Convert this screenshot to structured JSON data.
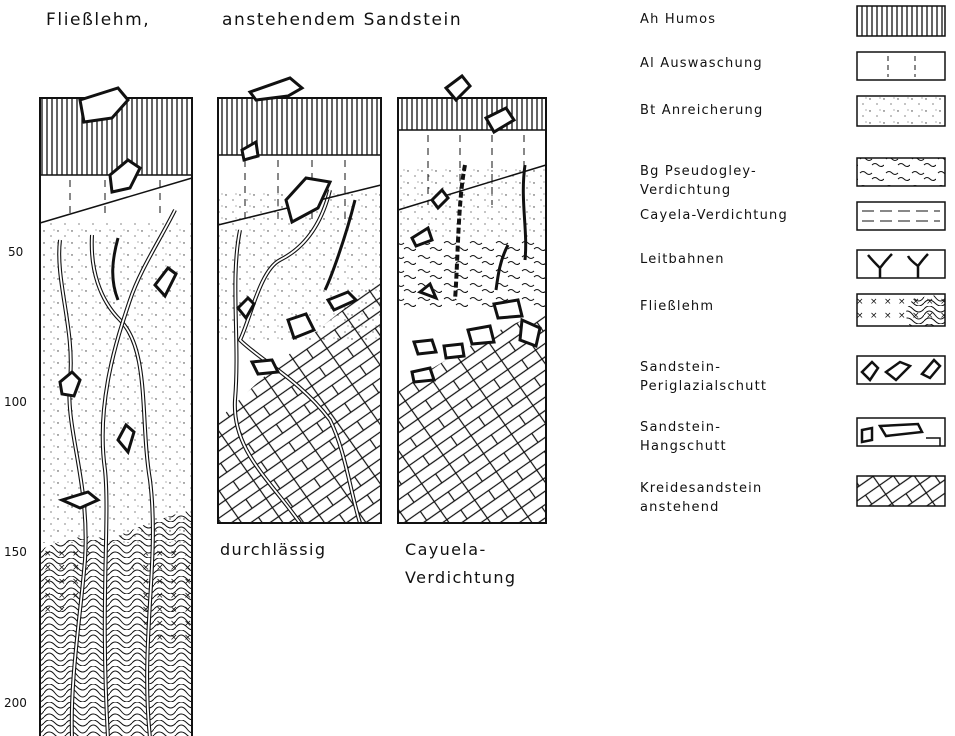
{
  "titles": {
    "col1": "Fließlehm,",
    "col2": "anstehendem Sandstein"
  },
  "captions": {
    "col2": "durchlässig",
    "col3_line1": "Cayuela-",
    "col3_line2": "Verdichtung"
  },
  "depth_ticks": [
    "50",
    "100",
    "150",
    "200"
  ],
  "legend": [
    {
      "lines": [
        "Ah Humos"
      ],
      "pattern": "hatch"
    },
    {
      "lines": [
        "Al Auswaschung"
      ],
      "pattern": "dashed-vertical"
    },
    {
      "lines": [
        "Bt Anreicherung"
      ],
      "pattern": "dots"
    },
    {
      "lines": [
        "Bg Pseudogley-",
        "Verdichtung"
      ],
      "pattern": "waves"
    },
    {
      "lines": [
        "Cayela-Verdichtung"
      ],
      "pattern": "dashed-horizontal"
    },
    {
      "lines": [
        "Leitbahnen"
      ],
      "pattern": "channels"
    },
    {
      "lines": [
        "Fließlehm"
      ],
      "pattern": "crosses-swirls"
    },
    {
      "lines": [
        "Sandstein-",
        "Periglazialschutt"
      ],
      "pattern": "stones"
    },
    {
      "lines": [
        "Sandstein-",
        "Hangschutt"
      ],
      "pattern": "slab"
    },
    {
      "lines": [
        "Kreidesandstein",
        "anstehend"
      ],
      "pattern": "blocks"
    }
  ]
}
